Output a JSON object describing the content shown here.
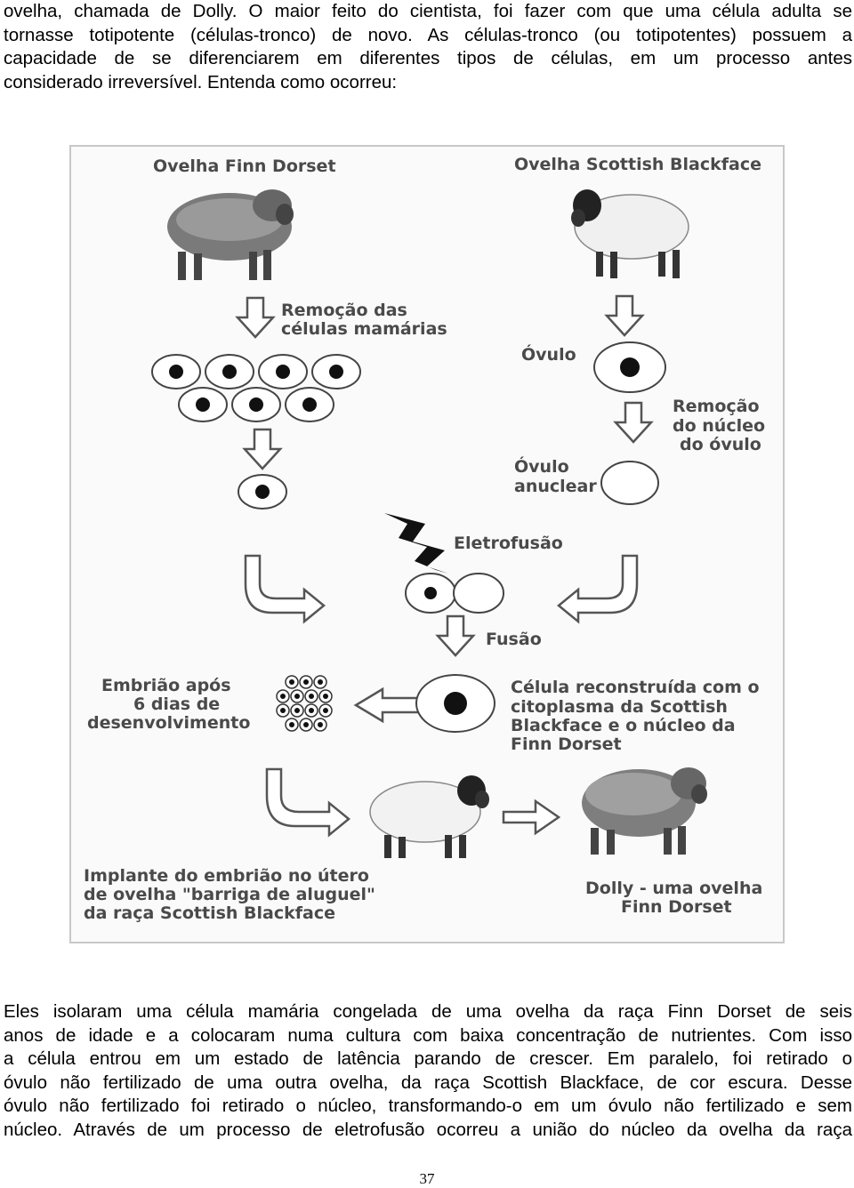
{
  "intro_lines": [
    "ovelha, chamada de Dolly. O maior feito do cientista, foi fazer com que uma célula adulta se",
    "tornasse totipotente (células-tronco) de novo. As células-tronco (ou totipotentes) possuem a",
    "capacidade de se diferenciarem em diferentes tipos de células, em um processo antes",
    "considerado irreversível. Entenda como ocorreu:"
  ],
  "figure": {
    "labels": {
      "finn_dorset": "Ovelha Finn Dorset",
      "scottish_blackface": "Ovelha Scottish Blackface",
      "removal_1": "Remoção das",
      "removal_2": "células mamárias",
      "ovulo": "Óvulo",
      "nucleus_removal_1": "Remoção",
      "nucleus_removal_2": "do núcleo",
      "nucleus_removal_3": "do óvulo",
      "anuclear_1": "Óvulo",
      "anuclear_2": "anuclear",
      "electrofusion": "Eletrofusão",
      "fusion": "Fusão",
      "embryo_1": "Embrião após",
      "embryo_2": "6 dias de",
      "embryo_3": "desenvolvimento",
      "reconstructed_1": "Célula reconstruída com o",
      "reconstructed_2": "citoplasma da Scottish",
      "reconstructed_3": "Blackface e o núcleo da",
      "reconstructed_4": "Finn Dorset",
      "implant_1": "Implante do embrião no útero",
      "implant_2": "de ovelha \"barriga de aluguel\"",
      "implant_3": "da raça Scottish Blackface",
      "dolly_1": "Dolly - uma ovelha",
      "dolly_2": "Finn Dorset"
    }
  },
  "body_lines": [
    "Eles isolaram uma célula mamária congelada de uma ovelha da raça Finn Dorset de seis",
    "anos de idade e a colocaram numa cultura com baixa concentração de nutrientes. Com isso",
    "a célula entrou em um estado de latência parando de crescer. Em paralelo, foi retirado o",
    "óvulo não fertilizado de uma outra ovelha, da raça Scottish Blackface, de cor escura. Desse",
    "óvulo não fertilizado foi retirado o núcleo, transformando-o em um óvulo não fertilizado e sem",
    "núcleo. Através de um processo de eletrofusão ocorreu a união do núcleo da ovelha da raça"
  ],
  "page_number": "37",
  "colors": {
    "label_gray": "#4a4a4a",
    "figure_border": "#c8c8c8"
  }
}
